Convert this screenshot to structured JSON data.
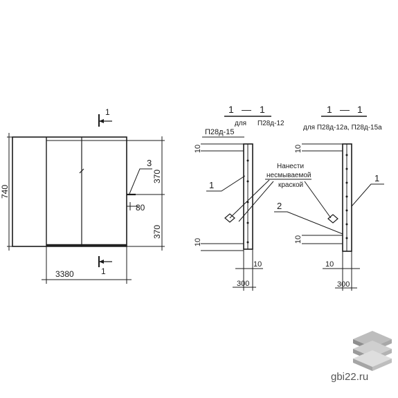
{
  "plan": {
    "dim_height": "740",
    "dim_width": "3380",
    "dim_upper": "370",
    "dim_lower": "370",
    "dim_ledge": "80",
    "callout_3": "3",
    "section_mark_top": "1",
    "section_mark_bottom": "1"
  },
  "section_left": {
    "title_left": "1",
    "title_dash": "—",
    "title_right": "1",
    "subtitle_for": "для",
    "subtitle_type": "П28д-12",
    "label_type2": "П28д-15",
    "dim_top": "10",
    "dim_bottom": "10",
    "dim_base": "10",
    "dim_width": "300",
    "callout_1": "1"
  },
  "section_right": {
    "title_left": "1",
    "title_dash": "—",
    "title_right": "1",
    "subtitle": "для П28д-12а, П28д-15а",
    "dim_top": "10",
    "dim_side": "10",
    "dim_base": "10",
    "dim_width": "300",
    "callout_1": "1",
    "callout_2": "2"
  },
  "note": {
    "line1": "Нанести",
    "line2": "несмываемой",
    "line3": "краской"
  },
  "watermark": {
    "text": "gbi22.ru",
    "color": "#555555"
  }
}
